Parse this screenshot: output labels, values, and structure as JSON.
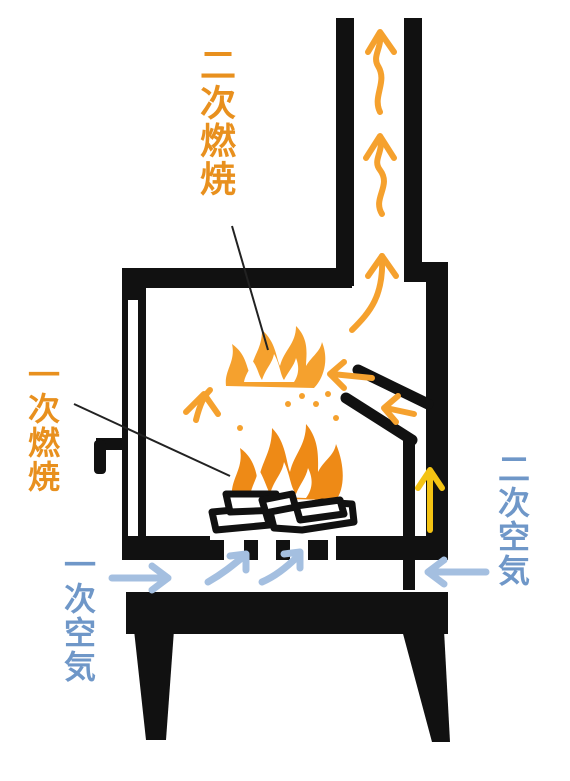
{
  "labels": {
    "secondary_combustion": "二次燃焼",
    "primary_combustion": "一次燃焼",
    "secondary_air": "二次空気",
    "primary_air": "一次空気"
  },
  "colors": {
    "stove_outline": "#111111",
    "combustion_text": "#e8901e",
    "air_text": "#6f97c8",
    "flame": "#f5a12e",
    "flame_dark": "#ee8a16",
    "secondary_air_arrow": "#f4c313",
    "primary_air_arrow": "#a4bfe0",
    "leader_line": "#222222"
  },
  "icons": {
    "stove": "wood-stove-icon",
    "fire": "flame-icon",
    "logs": "firewood-logs-icon",
    "arrow": "airflow-arrow-icon"
  }
}
